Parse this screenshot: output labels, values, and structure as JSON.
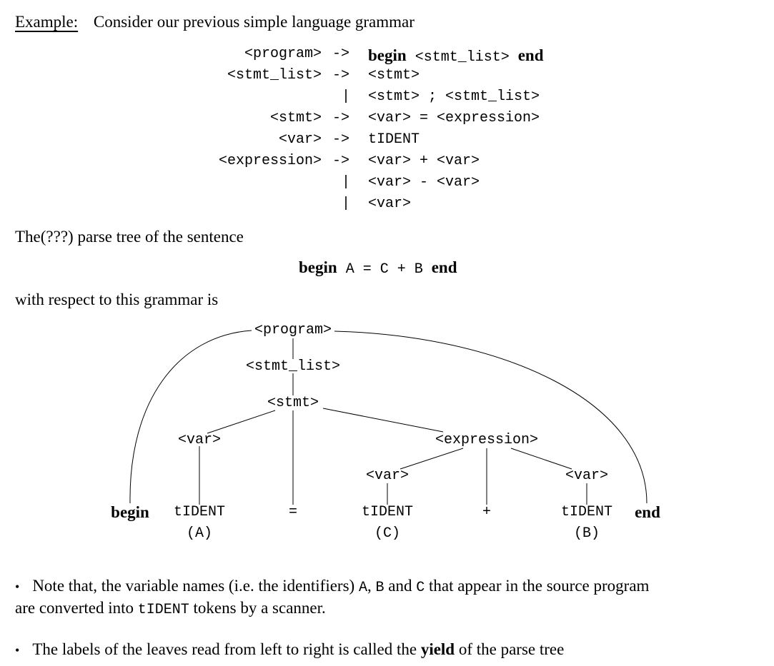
{
  "intro": {
    "label": "Example:",
    "text": "Consider our previous simple language grammar"
  },
  "grammar": {
    "arrow": "->",
    "bar": "|",
    "rules": [
      {
        "lhs": "<program>",
        "rhs": [
          {
            "t": "begin",
            "kw": true
          },
          {
            "t": " <stmt_list> ",
            "kw": false
          },
          {
            "t": "end",
            "kw": true
          }
        ]
      },
      {
        "lhs": "<stmt_list>",
        "rhs": [
          {
            "t": "<stmt>",
            "kw": false
          }
        ]
      },
      {
        "lhs": "",
        "rhs": [
          {
            "t": "<stmt> ; <stmt_list>",
            "kw": false
          }
        ]
      },
      {
        "lhs": "<stmt>",
        "rhs": [
          {
            "t": "<var> = <expression>",
            "kw": false
          }
        ]
      },
      {
        "lhs": "<var>",
        "rhs": [
          {
            "t": "tIDENT",
            "kw": false
          }
        ]
      },
      {
        "lhs": "<expression>",
        "rhs": [
          {
            "t": "<var> + <var>",
            "kw": false
          }
        ]
      },
      {
        "lhs": "",
        "rhs": [
          {
            "t": "<var> - <var>",
            "kw": false
          }
        ]
      },
      {
        "lhs": "",
        "rhs": [
          {
            "t": "<var>",
            "kw": false
          }
        ]
      }
    ]
  },
  "parse_intro": "The(???) parse tree of the sentence",
  "sentence": {
    "begin": "begin",
    "middle": " A = C + B ",
    "end": "end"
  },
  "respect_text": "with respect to this grammar is",
  "tree": {
    "program": "<program>",
    "stmt_list": "<stmt_list>",
    "stmt": "<stmt>",
    "var_a": "<var>",
    "expression": "<expression>",
    "var_c": "<var>",
    "var_b": "<var>",
    "leaf_begin": "begin",
    "leaf_tident_a": "tIDENT",
    "leaf_eq": "=",
    "leaf_tident_c": "tIDENT",
    "leaf_plus": "+",
    "leaf_tident_b": "tIDENT",
    "leaf_end": "end",
    "sub_a": "(A)",
    "sub_c": "(C)",
    "sub_b": "(B)"
  },
  "notes": {
    "bullet": "•",
    "note1": {
      "p1": "Note that, the variable names (i.e. the identifiers) ",
      "a": "A",
      "sep1": ", ",
      "b": "B",
      "and": " and ",
      "c": "C",
      "p2": " that appear in the source program",
      "line2_a": "are converted into ",
      "tident": "tIDENT",
      "line2_b": " tokens by a scanner."
    },
    "note2": {
      "p1": "The labels of the leaves read from left to right is called the ",
      "yield": "yield",
      "p2": " of the parse tree"
    }
  }
}
